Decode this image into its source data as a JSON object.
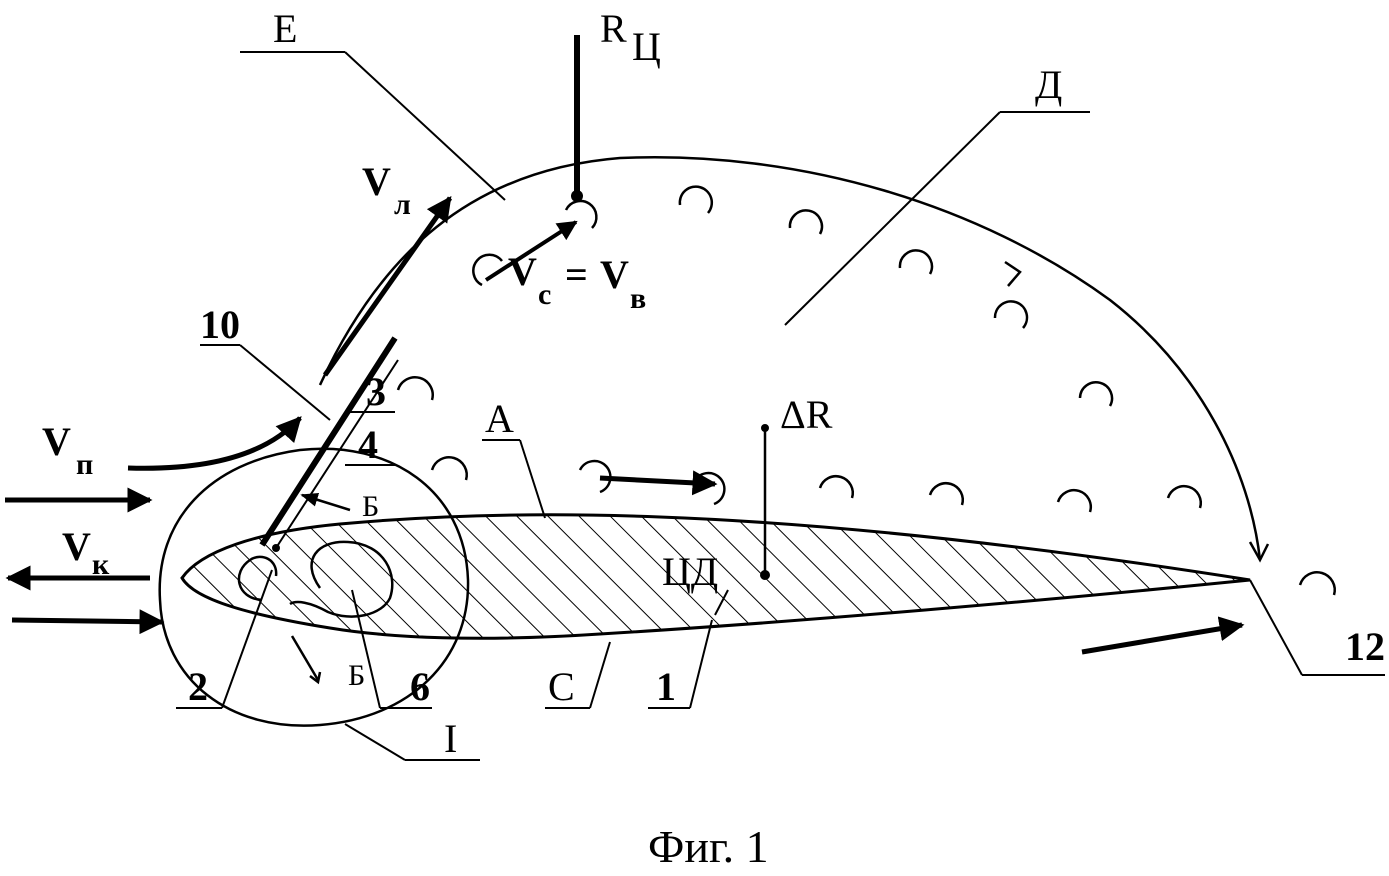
{
  "figure": {
    "caption": "Фиг. 1",
    "labels": {
      "E": "Е",
      "D": "Д",
      "A": "A",
      "C": "С",
      "I": "I",
      "cd": "ЦД",
      "n1": "1",
      "n2": "2",
      "n3": "3",
      "n4": "4",
      "n6": "6",
      "n10": "10",
      "n12": "12",
      "b_top": "Б",
      "b_bottom": "Б",
      "delta_r": "ΔR",
      "r_main": "R",
      "r_sub": "Ц",
      "v_main": "V",
      "v_l_sub": "л",
      "v_p_sub": "п",
      "v_k_sub": "к",
      "v_c_sub": "с",
      "v_v_sub": "в",
      "equals": "="
    }
  }
}
